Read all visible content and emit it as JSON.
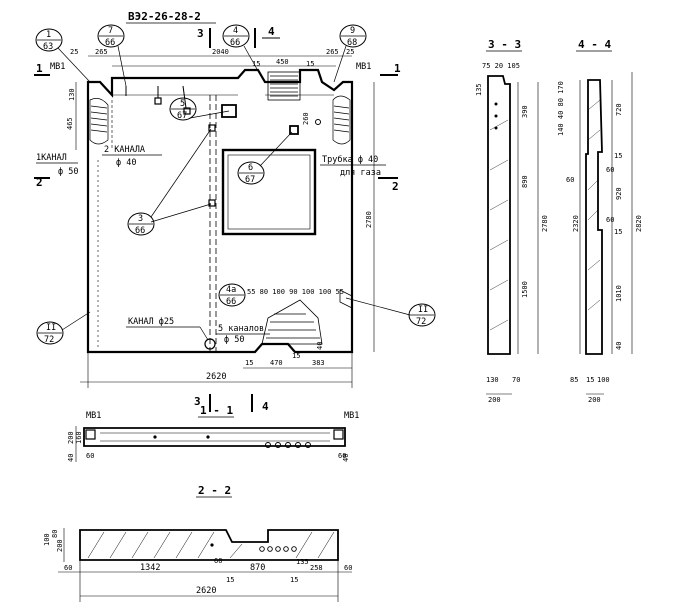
{
  "title": "ВЭ2-26-28-2",
  "main": {
    "dims": {
      "top_25_left": "25",
      "top_265_left": "265",
      "top_2040": "2040",
      "top_15": "15",
      "top_450": "450",
      "top_15b": "15",
      "top_265_right": "265",
      "top_25_right": "25",
      "left_130": "130",
      "left_465": "465",
      "right_260": "260",
      "right_2780": "2780",
      "bottom_15a": "15",
      "bottom_470": "470",
      "bottom_383": "383",
      "bottom_15b": "15",
      "bottom_40": "40",
      "overall_2620": "2620",
      "fan_top": "55 80 100 90 100 100 55"
    },
    "labels": {
      "mv1_left": "МВ1",
      "mv1_right": "МВ1",
      "canal2_a": "2 КАНАЛА",
      "canal2_b": "ф 40",
      "canal1_a": "1КАНАЛ",
      "canal1_b": "ф 50",
      "tube_a": "Трубка ф 40",
      "tube_b": "для газа",
      "canal25": "КАНАЛ ф25",
      "canal5_a": "5 каналов",
      "canal5_b": "ф 50"
    },
    "section_marks": {
      "s1": "1",
      "s1r": "1",
      "s2": "2",
      "s2r": "2",
      "s3": "3",
      "s3b": "3",
      "s4": "4",
      "s4b": "4"
    },
    "callouts": [
      {
        "num": "1",
        "sheet": "63"
      },
      {
        "num": "7",
        "sheet": "66"
      },
      {
        "num": "4",
        "sheet": "66"
      },
      {
        "num": "9",
        "sheet": "68"
      },
      {
        "num": "5",
        "sheet": "67"
      },
      {
        "num": "6",
        "sheet": "67"
      },
      {
        "num": "3",
        "sheet": "66"
      },
      {
        "num": "4а",
        "sheet": "66"
      },
      {
        "num": "II",
        "sheet": "72"
      },
      {
        "num": "II",
        "sheet": "72"
      }
    ]
  },
  "section_3_3": {
    "title": "3 - 3",
    "top_dims": "75 20 105",
    "dims": [
      "135",
      "390",
      "890",
      "2780",
      "1500"
    ],
    "bottom": [
      "130",
      "70",
      "200"
    ]
  },
  "section_4_4": {
    "title": "4 - 4",
    "top_dims": "140 40 80 170",
    "dims": [
      "720",
      "15",
      "60",
      "920",
      "60",
      "15",
      "1010",
      "40",
      "2320",
      "2820"
    ],
    "bottom": [
      "85",
      "15",
      "100",
      "200"
    ]
  },
  "section_1_1": {
    "title": "1 - 1",
    "mv1_left": "МВ1",
    "mv1_right": "МВ1",
    "dims": [
      "200",
      "160",
      "40",
      "60",
      "60",
      "40"
    ]
  },
  "section_2_2": {
    "title": "2 - 2",
    "dims": [
      "200",
      "100",
      "80",
      "60",
      "1342",
      "60",
      "15",
      "870",
      "135",
      "258",
      "60",
      "15",
      "2620"
    ]
  }
}
